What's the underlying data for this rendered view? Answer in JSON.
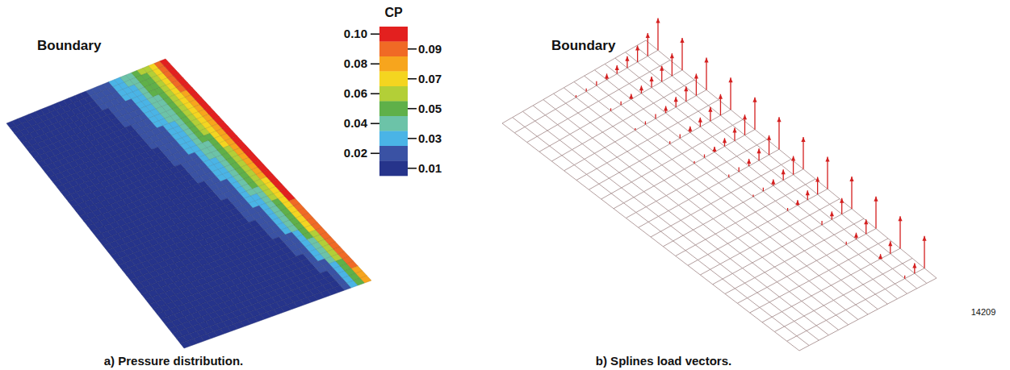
{
  "diagram": {
    "labels": [
      "Boundary",
      "CP",
      "0.10",
      "0.09",
      "0.08",
      "0.07",
      "0.06",
      "0.05",
      "0.04",
      "0.03",
      "0.02",
      "0.01",
      "Boundary",
      "a) Pressure distribution.",
      "b) Splines load vectors.",
      "14209"
    ]
  }
}
